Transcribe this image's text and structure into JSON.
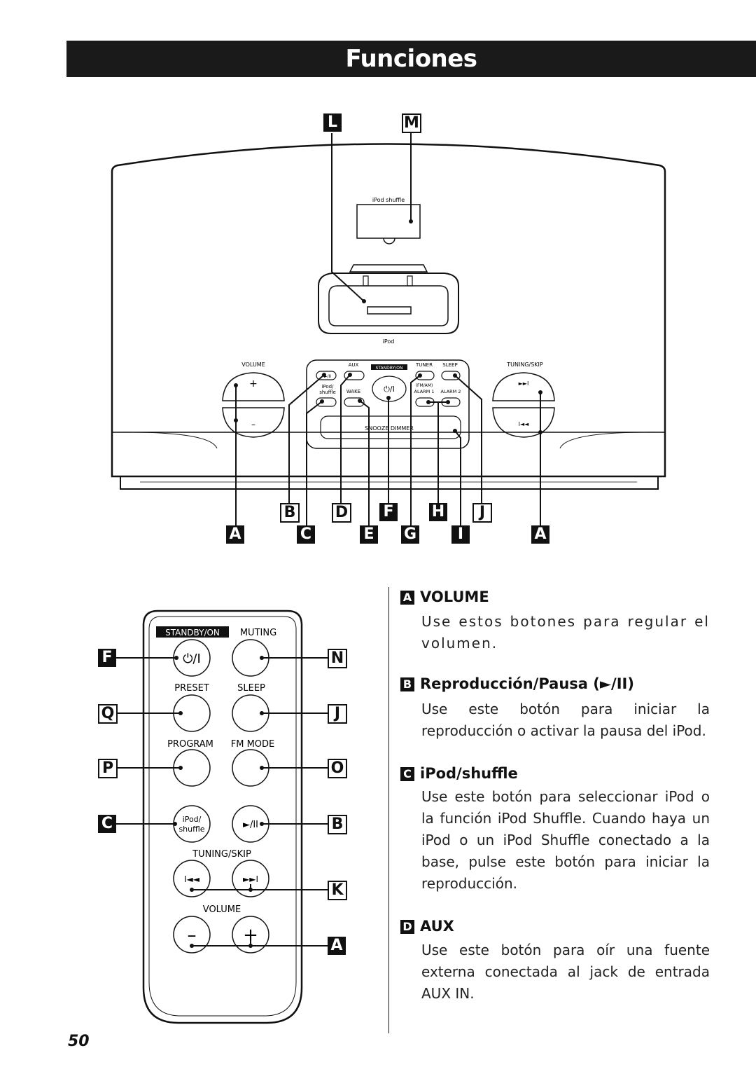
{
  "page": {
    "title": "Funciones",
    "page_number": "50"
  },
  "device": {
    "top_labels": [
      "L",
      "M"
    ],
    "shuffle_dock_label": "iPod shuffle",
    "ipod_dock_label": "iPod",
    "volume_label": "VOLUME",
    "tuning_label": "TUNING/SKIP",
    "panel": {
      "aux": "AUX",
      "standby": "STANDBY/ON",
      "tuner": "TUNER",
      "sleep": "SLEEP",
      "fmam": "(FM/AM)",
      "ipod_shuffle_1": "iPod/",
      "ipod_shuffle_2": "shuffle",
      "wake": "WAKE",
      "alarm1": "ALARM 1",
      "alarm2": "ALARM 2",
      "snooze": "SNOOZE DIMMER",
      "play": "►/II",
      "power": "⏻/I",
      "plus": "+",
      "minus": "–",
      "next": "►►I",
      "prev": "I◄◄"
    },
    "callouts_row1": [
      "B",
      "D",
      "F",
      "H",
      "J"
    ],
    "callouts_row2": [
      "A",
      "C",
      "E",
      "G",
      "I",
      "A"
    ]
  },
  "remote": {
    "standby": "STANDBY/ON",
    "muting": "MUTING",
    "preset": "PRESET",
    "sleep": "SLEEP",
    "program": "PROGRAM",
    "fm_mode": "FM MODE",
    "ipod_1": "iPod/",
    "ipod_2": "shuffle",
    "play": "►/II",
    "power": "⏻/I",
    "tuning": "TUNING/SKIP",
    "prev": "I◄◄",
    "next": "►►I",
    "volume": "VOLUME",
    "minus": "–",
    "plus": "+",
    "left_callouts": [
      "F",
      "Q",
      "P",
      "C"
    ],
    "right_callouts": [
      "N",
      "J",
      "O",
      "B",
      "K",
      "A"
    ]
  },
  "sections": [
    {
      "letter": "A",
      "title": "VOLUME",
      "body": "Use estos botones para regular el volumen."
    },
    {
      "letter": "B",
      "title": "Reproducción/Pausa (►/II)",
      "body": "Use este botón para iniciar la reproducción o activar la pausa del iPod."
    },
    {
      "letter": "C",
      "title": "iPod/shuffle",
      "body": "Use este botón para seleccionar iPod o la función iPod Shuffle. Cuando haya un iPod o un iPod Shuffle conectado a la base, pulse este botón para iniciar la reproducción."
    },
    {
      "letter": "D",
      "title": "AUX",
      "body": "Use este botón para oír una fuente externa conectada al jack de entrada AUX IN."
    }
  ]
}
